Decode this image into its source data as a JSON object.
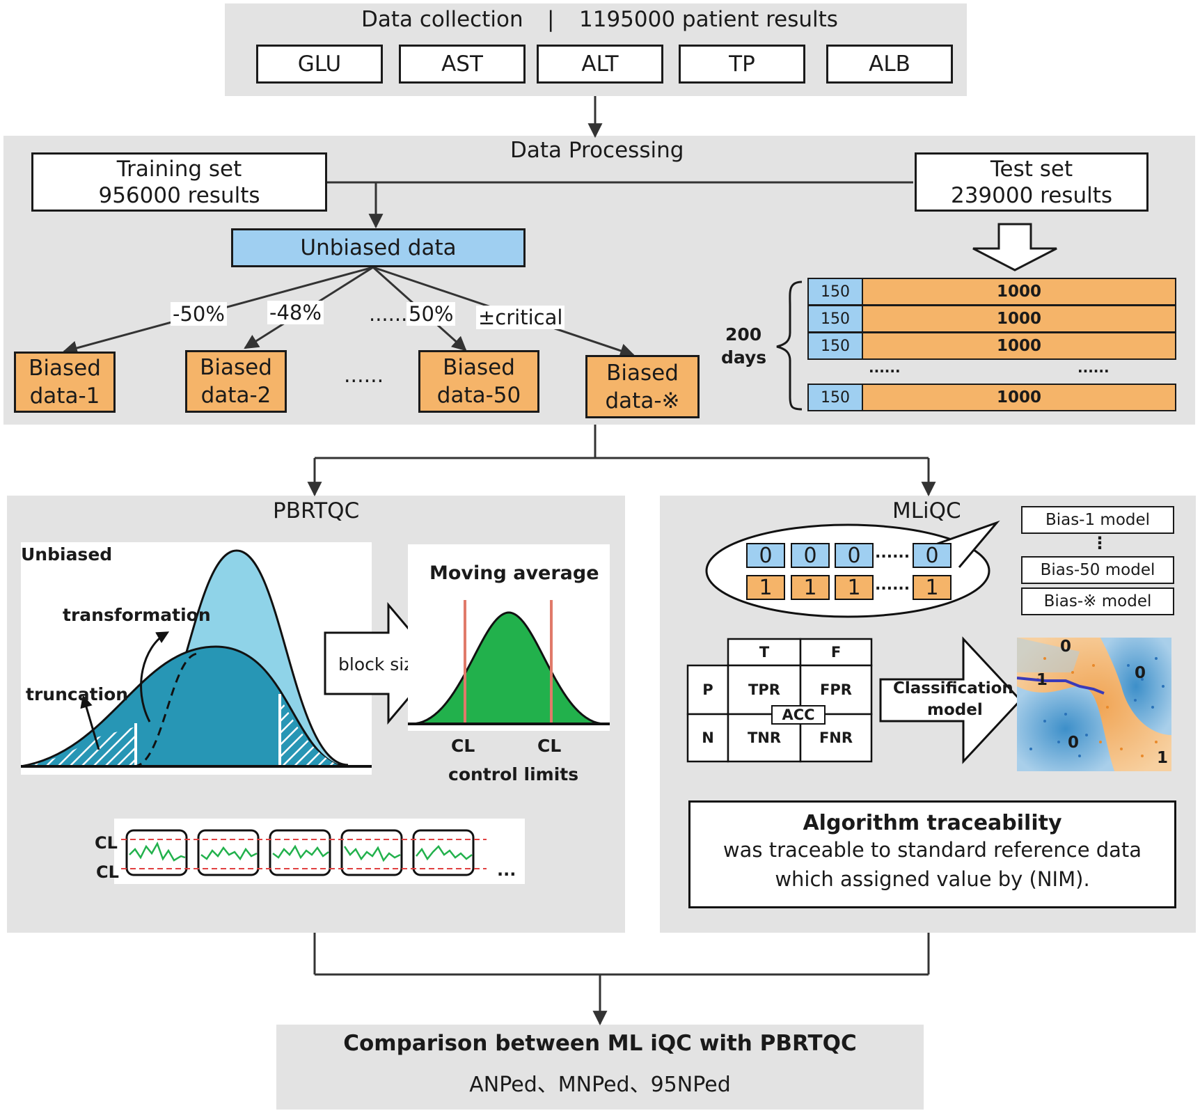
{
  "data_collection": {
    "label": "Data collection",
    "separator": "|",
    "count_text": "1195000 patient results",
    "analytes": [
      "GLU",
      "AST",
      "ALT",
      "TP",
      "ALB"
    ]
  },
  "processing": {
    "title": "Data Processing",
    "training_set": {
      "line1": "Training set",
      "line2": "956000 results"
    },
    "test_set": {
      "line1": "Test set",
      "line2": "239000 results"
    },
    "unbiased_label": "Unbiased data",
    "bias_labels": [
      "-50%",
      "-48%",
      "......",
      "50%",
      "±critical"
    ],
    "biased_boxes": [
      "Biased\ndata-1",
      "Biased\ndata-2",
      "Biased\ndata-50",
      "Biased\ndata-※"
    ],
    "biased_ellipsis": "......",
    "days_label_1": "200",
    "days_label_2": "days",
    "test_rows": [
      {
        "a": "150",
        "b": "1000"
      },
      {
        "a": "150",
        "b": "1000"
      },
      {
        "a": "150",
        "b": "1000"
      },
      {
        "a": "150",
        "b": "1000"
      }
    ],
    "test_ellipsis": "......"
  },
  "pbrtqc": {
    "title": "PBRTQC",
    "unbiased": "Unbiased",
    "transformation": "transformation",
    "truncation": "truncation",
    "block_sizes": "block sizes",
    "moving_average": "Moving average",
    "cl_left": "CL",
    "cl_right": "CL",
    "control_limits": "control limits",
    "strip_cl_top": "CL",
    "strip_cl_bottom": "CL",
    "strip_ellipsis": "..."
  },
  "mliqc": {
    "title": "MLiQC",
    "zeros": [
      "0",
      "0",
      "0",
      "0"
    ],
    "ones": [
      "1",
      "1",
      "1",
      "1"
    ],
    "row_dots": "......",
    "models": [
      "Bias-1 model",
      "Bias-50 model",
      "Bias-※ model"
    ],
    "models_vdots": "⋮",
    "confusion": {
      "col_t": "T",
      "col_f": "F",
      "row_p": "P",
      "row_n": "N",
      "tpr": "TPR",
      "fpr": "FPR",
      "tnr": "TNR",
      "fnr": "FNR",
      "acc": "ACC"
    },
    "classification_1": "Classification",
    "classification_2": "model",
    "region_labels": [
      "0",
      "1",
      "0",
      "0",
      "1"
    ],
    "traceability_title": "Algorithm traceability",
    "traceability_1": "was traceable to standard reference data",
    "traceability_2": "which assigned value by (NIM)."
  },
  "comparison": {
    "title": "Comparison between ML iQC with PBRTQC",
    "subtitle": "ANPed、MNPed、95NPed"
  },
  "colors": {
    "panel": "#e3e3e3",
    "orange": "#f5b469",
    "blue": "#9fcff1",
    "green": "#22b14c",
    "teal": "#2796b5",
    "light_teal": "#8fd3e8"
  }
}
